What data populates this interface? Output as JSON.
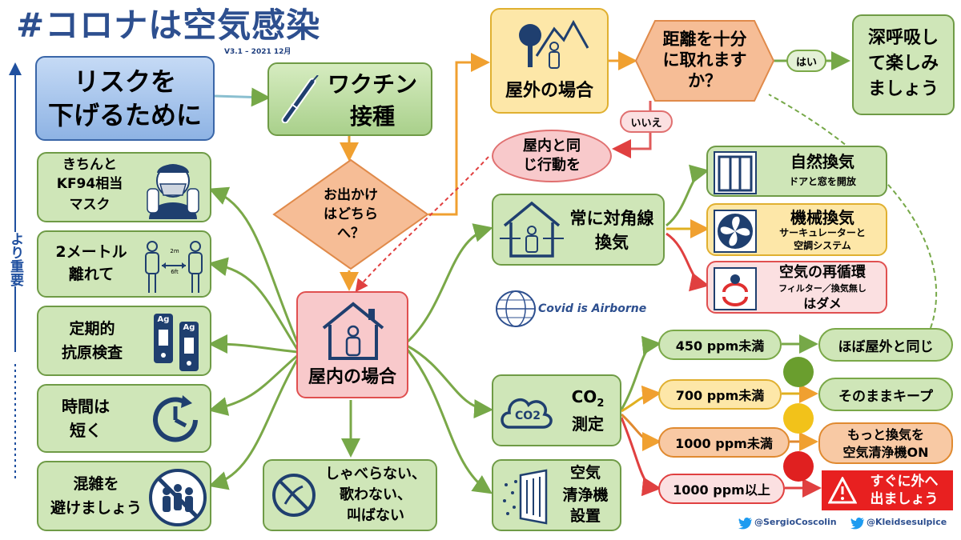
{
  "title": "#コロナは空気感染",
  "version": "V3.1 – 2021 12月",
  "side_label": "より重要",
  "colors": {
    "title": "#2d4f8f",
    "green_box": "#cfe6b8",
    "red_box": "#f8c9cb",
    "yellow_box": "#fde7a8",
    "orange_box": "#f8c9a4"
  },
  "risk": {
    "line1": "リスクを",
    "line2": "下げるために"
  },
  "vaccine": {
    "line1": "ワクチン",
    "line2": "接種"
  },
  "outing": {
    "line1": "お出かけ",
    "line2": "はどちら",
    "line3": "へ？"
  },
  "outdoor": {
    "label": "屋外の場合"
  },
  "distance": {
    "line1": "距離を十分",
    "line2": "に取れます",
    "line3": "か？"
  },
  "yes": "はい",
  "no": "いいえ",
  "enjoy": {
    "line1": "深呼吸し",
    "line2": "て楽しみ",
    "line3": "ましょう"
  },
  "same_indoor": {
    "line1": "屋内と同",
    "line2": "じ行動を"
  },
  "indoor": {
    "label": "屋内の場合"
  },
  "left_items": [
    {
      "line1": "きちんと",
      "line2": "KF94相当",
      "line3": "マスク",
      "icon": "mask-person-icon"
    },
    {
      "line1": "2メートル",
      "line2": "離れて",
      "icon": "distance-icon",
      "d1": "2m",
      "d2": "6ft"
    },
    {
      "line1": "定期的",
      "line2": "抗原検査",
      "icon": "antigen-test-icon",
      "ag": "Ag"
    },
    {
      "line1": "時間は",
      "line2": "短く",
      "icon": "clock-icon"
    },
    {
      "line1": "混雑を",
      "line2": "避けましょう",
      "icon": "no-crowd-icon"
    }
  ],
  "no_talk": {
    "line1": "しゃべらない、",
    "line2": "歌わない、",
    "line3": "叫ばない"
  },
  "cross_vent": {
    "line1": "常に対角線",
    "line2": "換気"
  },
  "vent_options": [
    {
      "title": "自然換気",
      "sub": "ドアと窓を開放",
      "icon": "window-icon"
    },
    {
      "title": "機械換気",
      "sub1": "サーキュレーターと",
      "sub2": "空調システム",
      "icon": "fan-icon"
    },
    {
      "title": "空気の再循環",
      "sub": "フィルター／換気無し",
      "bad": "はダメ",
      "icon": "recirculation-icon"
    }
  ],
  "covid_airborne": "Covid is Airborne",
  "co2": {
    "title": "CO",
    "sub": "2",
    "label": "測定",
    "icon_text": "CO2"
  },
  "purifier": {
    "line1": "空気",
    "line2": "清浄機",
    "line3": "設置"
  },
  "ppm_levels": [
    {
      "level": "450 ppm未満",
      "action": "ほぼ屋外と同じ",
      "color": "#7aa83a"
    },
    {
      "level": "700 ppm未満",
      "action": "そのままキープ",
      "color": "#f2c21a"
    },
    {
      "level": "1000 ppm未満",
      "action1": "もっと換気を",
      "action2": "空気清浄機ON",
      "color": "#e98b2a"
    },
    {
      "level": "1000 ppm以上",
      "action1": "すぐに外へ",
      "action2": "出ましょう",
      "color": "#e02020"
    }
  ],
  "credits": [
    "@SergioCoscolin",
    "@Kleidsesulpice"
  ]
}
